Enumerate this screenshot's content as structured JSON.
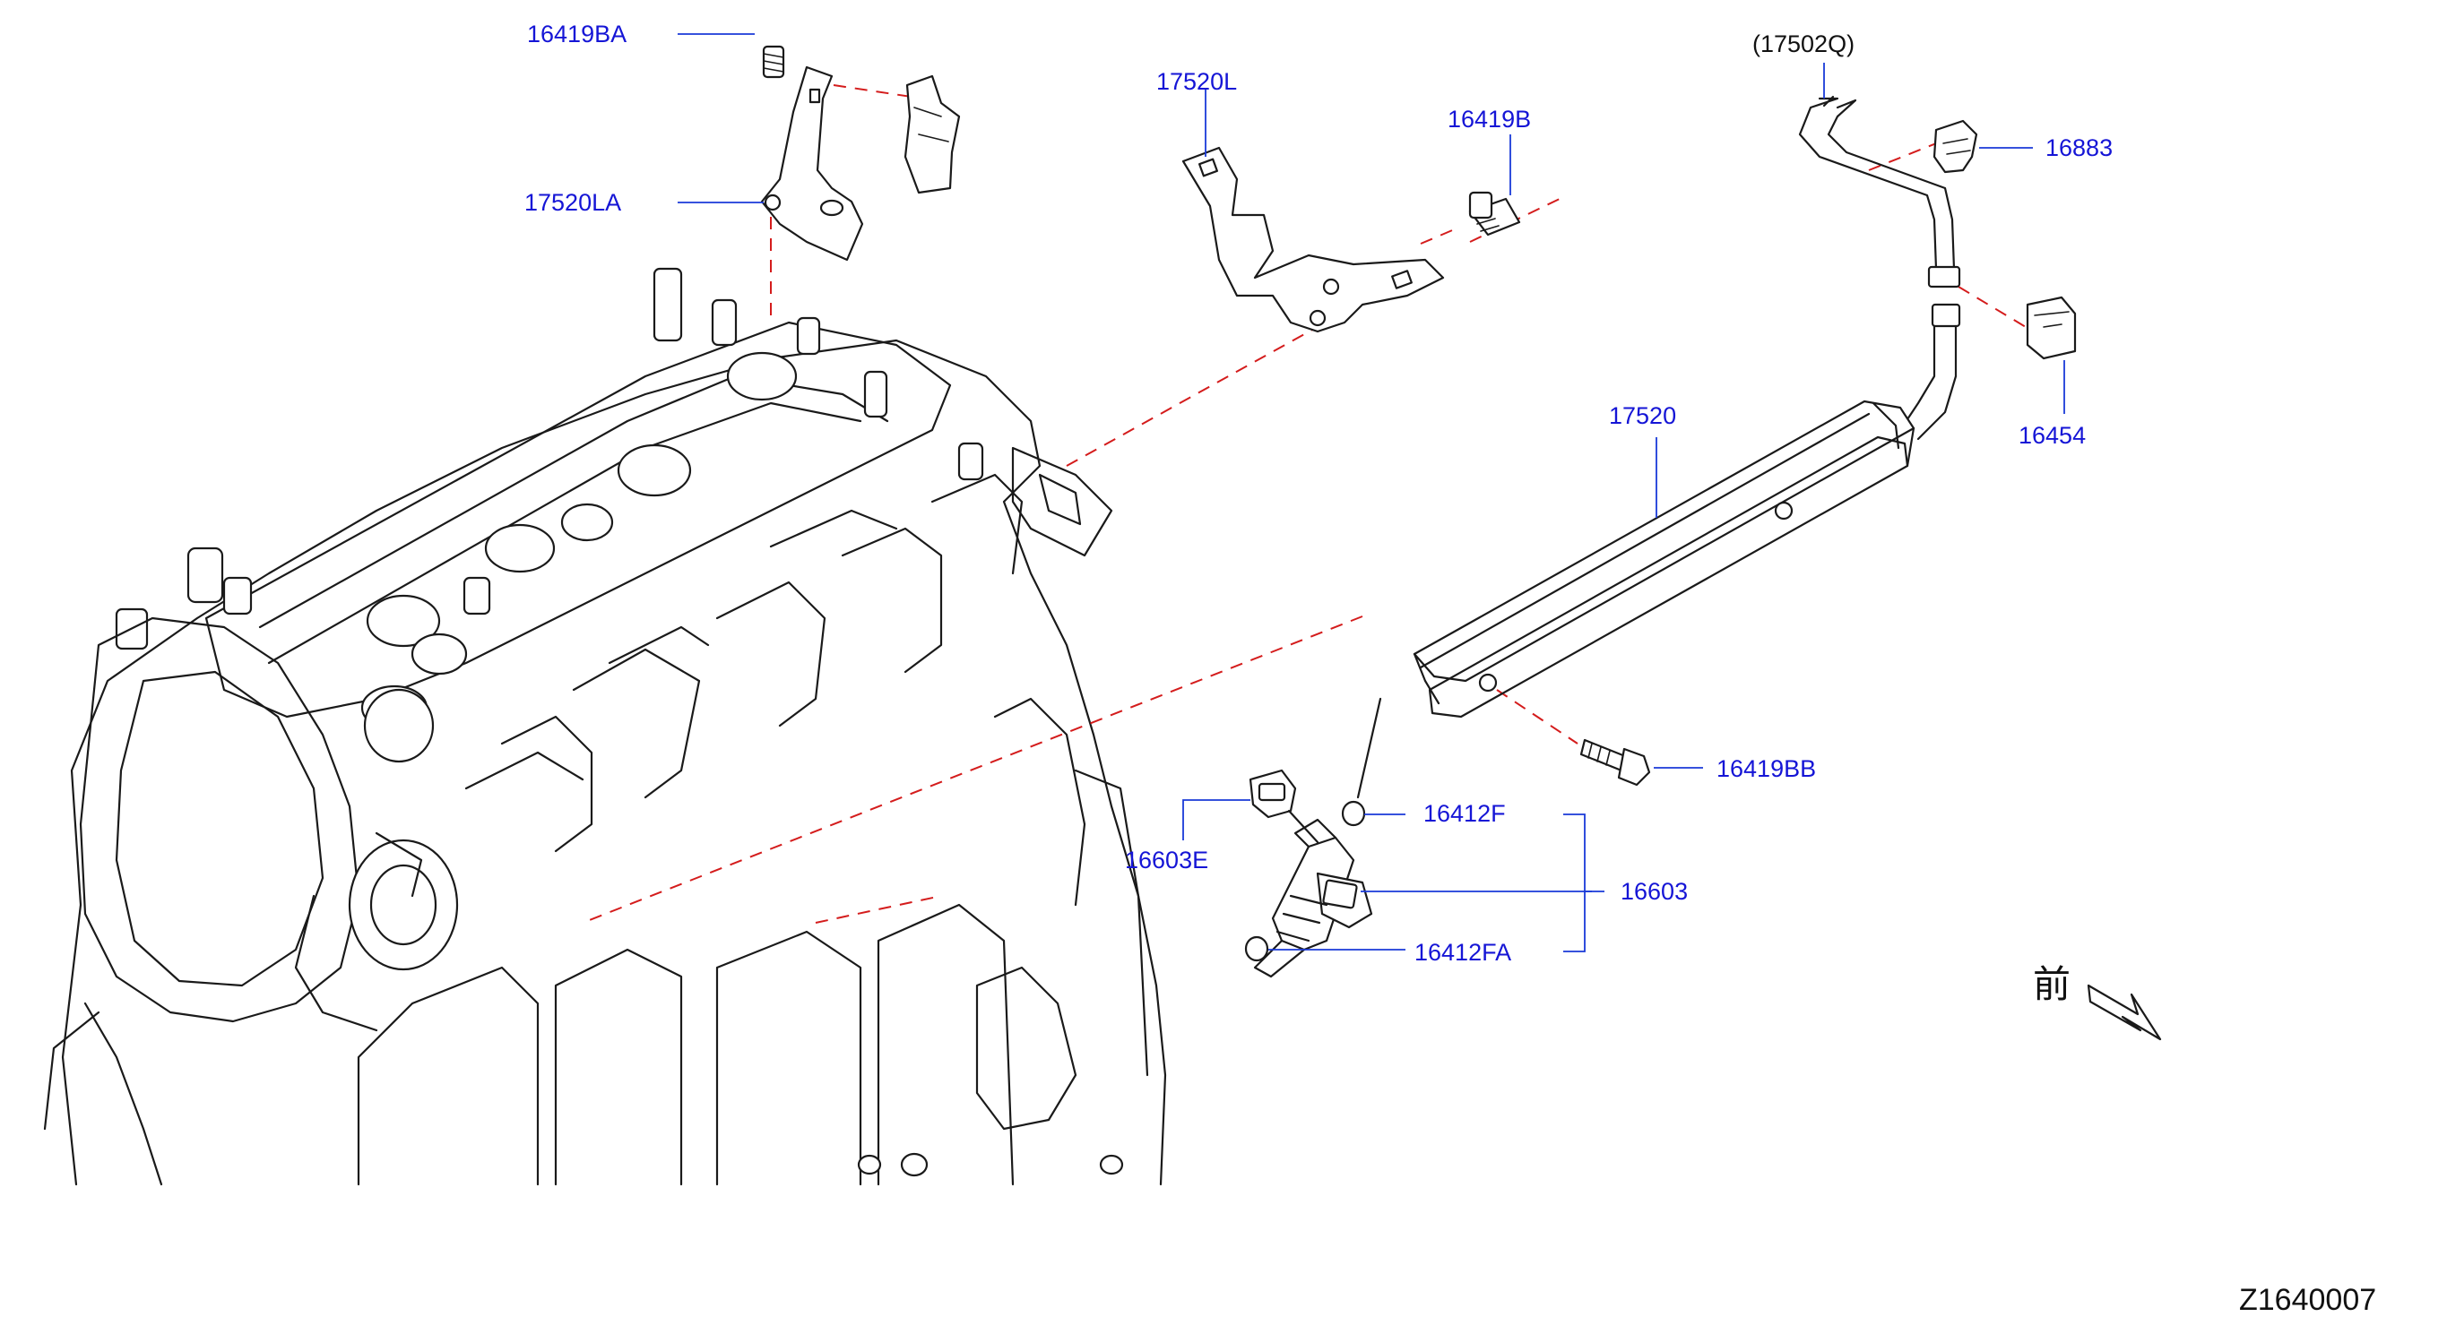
{
  "diagram": {
    "figure_id": "Z1640007",
    "front_mark": "前",
    "callouts": [
      {
        "id": "16419BA",
        "text": "16419BA"
      },
      {
        "id": "17520LA",
        "text": "17520LA"
      },
      {
        "id": "17520L",
        "text": "17520L"
      },
      {
        "id": "16419B",
        "text": "16419B"
      },
      {
        "id": "17502Q",
        "text": "(17502Q)"
      },
      {
        "id": "16883",
        "text": "16883"
      },
      {
        "id": "16454",
        "text": "16454"
      },
      {
        "id": "17520",
        "text": "17520"
      },
      {
        "id": "16419BB",
        "text": "16419BB"
      },
      {
        "id": "16412F",
        "text": "16412F"
      },
      {
        "id": "16603E",
        "text": "16603E"
      },
      {
        "id": "16603",
        "text": "16603"
      },
      {
        "id": "16412FA",
        "text": "16412FA"
      }
    ]
  },
  "colors": {
    "callout_text": "#1515d6",
    "leader_line": "#1a3ad8",
    "dashed_guide": "#d41c1c",
    "line_art": "#1a1a1a",
    "background": "#ffffff"
  }
}
